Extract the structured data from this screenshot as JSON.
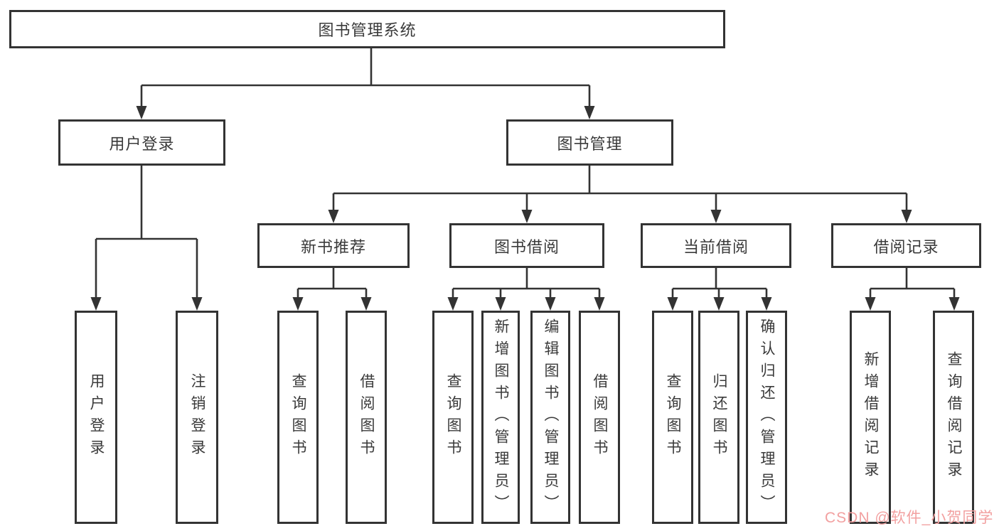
{
  "tree": {
    "root": "图书管理系统",
    "children": [
      {
        "label": "用户登录",
        "children": [
          "用户登录",
          "注销登录"
        ]
      },
      {
        "label": "图书管理",
        "children": [
          {
            "label": "新书推荐",
            "children": [
              "查询图书",
              "借阅图书"
            ]
          },
          {
            "label": "图书借阅",
            "children": [
              "查询图书",
              "新增图书（管理员）",
              "编辑图书（管理员）",
              "借阅图书"
            ]
          },
          {
            "label": "当前借阅",
            "children": [
              "查询图书",
              "归还图书",
              "确认归还（管理员）"
            ]
          },
          {
            "label": "借阅记录",
            "children": [
              "新增借阅记录",
              "查询借阅记录"
            ]
          }
        ]
      }
    ]
  },
  "watermark": {
    "text": "CSDN @软件_小贺同学"
  },
  "colors": {
    "line": "#333333",
    "text": "#3a3a3a",
    "background": "#ffffff",
    "watermark": "#f2a0a0"
  }
}
